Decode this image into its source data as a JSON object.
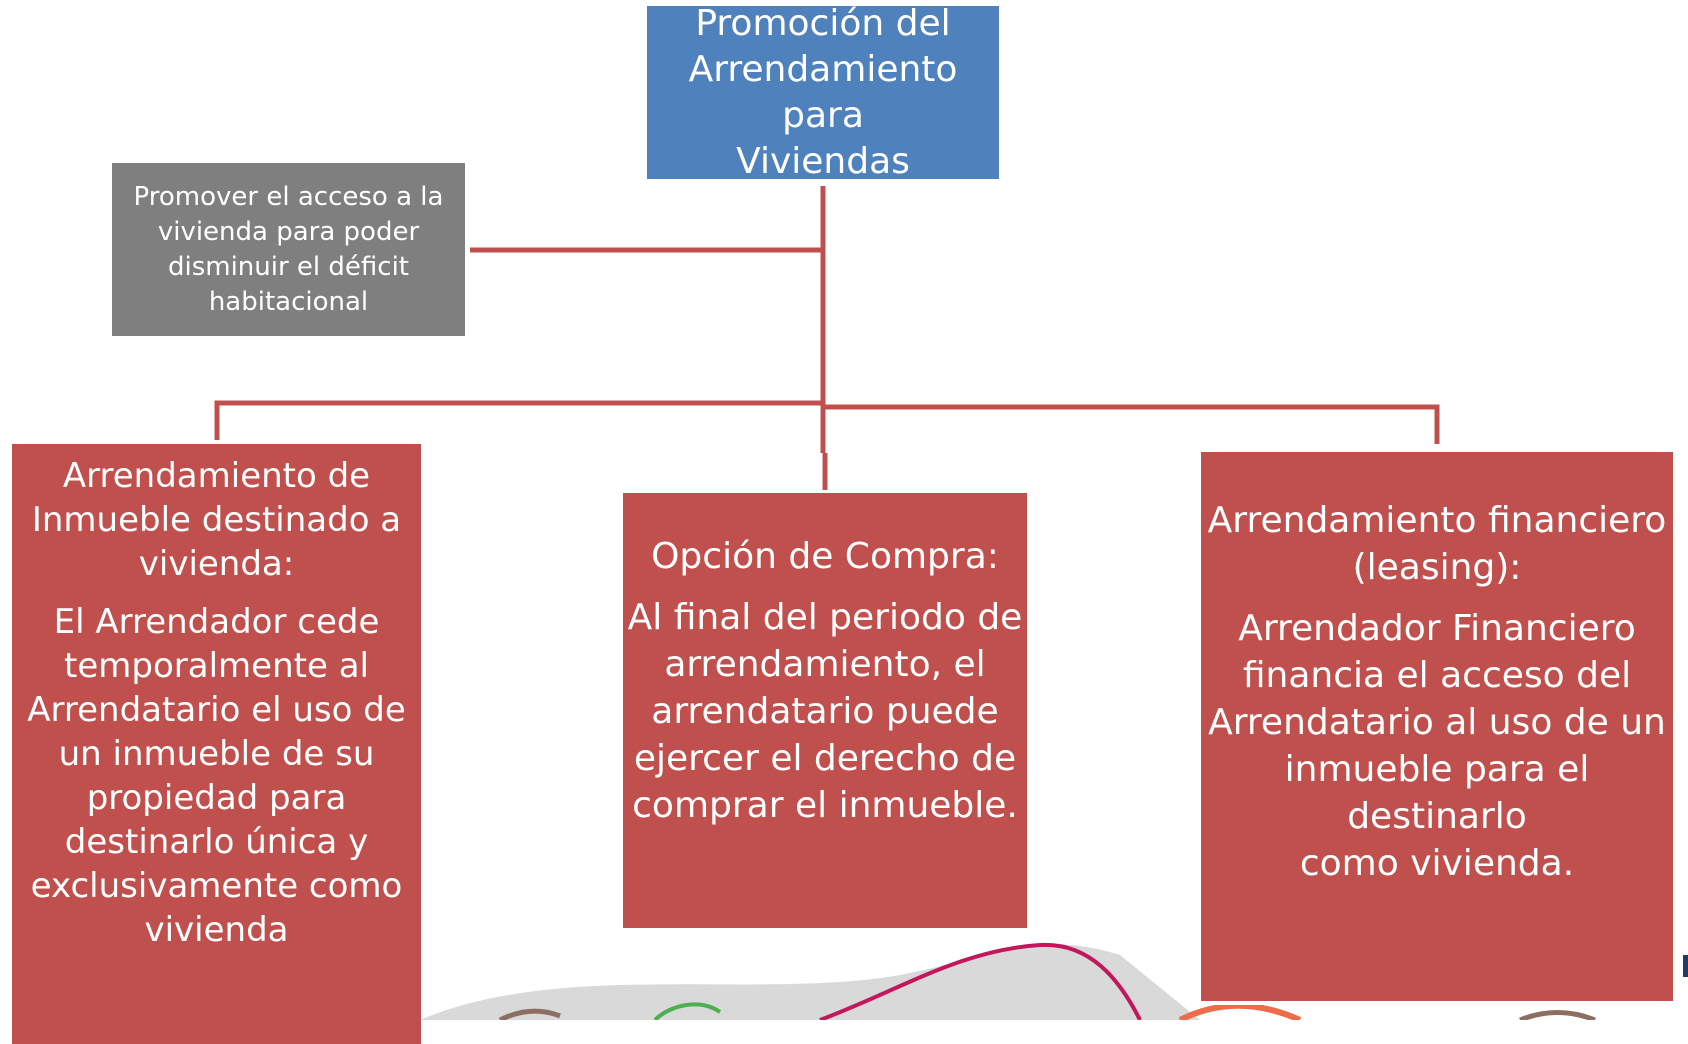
{
  "root": {
    "lines": [
      "Promoción del",
      "Arrendamiento para",
      "Viviendas"
    ]
  },
  "goal": {
    "lines": [
      "Promover el acceso  a la",
      "vivienda para poder",
      "disminuir el déficit",
      "habitacional"
    ]
  },
  "options": [
    {
      "title": [
        "Arrendamiento de",
        "Inmueble destinado a",
        "vivienda:"
      ],
      "body": [
        "El Arrendador cede",
        "temporalmente al",
        "Arrendatario el uso de",
        "un inmueble de su",
        "propiedad para",
        "destinarlo única y",
        "exclusivamente como",
        "vivienda"
      ]
    },
    {
      "title": [
        "Opción de Compra:"
      ],
      "body": [
        "Al final del periodo de",
        "arrendamiento, el",
        "arrendatario puede",
        "ejercer el derecho de",
        "comprar el inmueble."
      ]
    },
    {
      "title": [
        "Arrendamiento financiero",
        "(leasing):"
      ],
      "body": [
        "Arrendador Financiero",
        "financia el acceso del",
        "Arrendatario al uso de un",
        "inmueble para el destinarlo",
        "como vivienda."
      ]
    }
  ],
  "colors": {
    "root": "#4f81bd",
    "goal": "#7f7f7f",
    "options": "#c0504d",
    "connectors": "#c0504d"
  }
}
